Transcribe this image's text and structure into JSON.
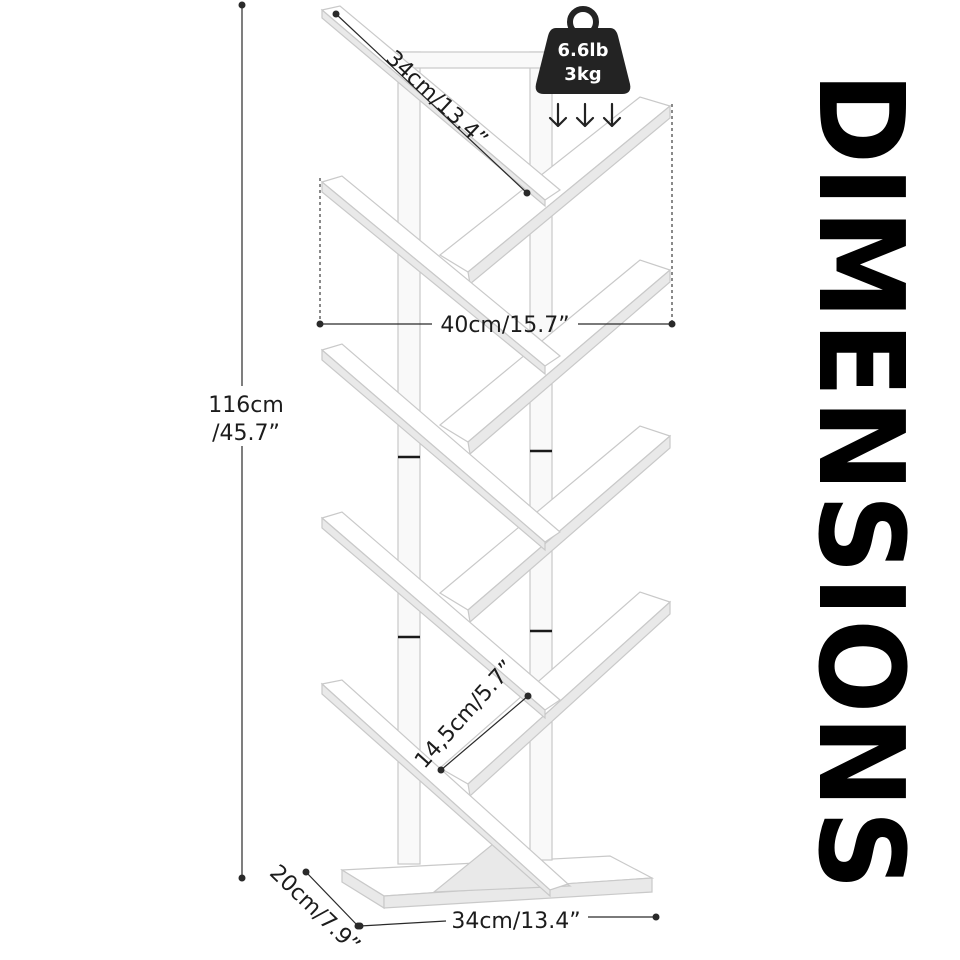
{
  "headline": "DIMENSIONS",
  "weight_badge": {
    "line1": "6.6lb",
    "line2": "3kg"
  },
  "dimensions": {
    "shelf_length": "34cm/13.4”",
    "width_span": "40cm/15.7”",
    "height": {
      "line1": "116cm",
      "line2": "/45.7”"
    },
    "shelf_depth": "14,5cm/5.7”",
    "base_depth": "20cm/7.9”",
    "base_width": "34cm/13.4”"
  },
  "colors": {
    "text": "#1c1c1c",
    "badge": "#232323",
    "shelf": "#ffffff"
  }
}
